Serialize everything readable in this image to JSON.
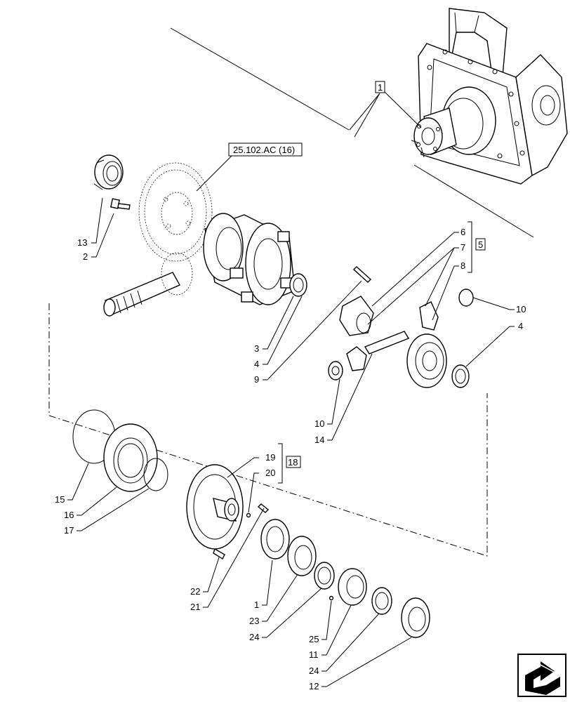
{
  "reference_label": "25.102.AC (16)",
  "group_labels": {
    "assembly": "1",
    "pinion_group": "5",
    "cover_group": "18"
  },
  "callouts": {
    "c1_bearing": "1",
    "c2": "2",
    "c3": "3",
    "c4_left": "4",
    "c4_right": "4",
    "c6": "6",
    "c7": "7",
    "c8": "8",
    "c9": "9",
    "c10_right": "10",
    "c10_left": "10",
    "c11": "11",
    "c12": "12",
    "c13": "13",
    "c14": "14",
    "c15": "15",
    "c16": "16",
    "c17": "17",
    "c19": "19",
    "c20": "20",
    "c21": "21",
    "c22": "22",
    "c23": "23",
    "c24_upper": "24",
    "c24_lower": "24",
    "c25": "25"
  },
  "icons": {
    "nav": "next-page-arrow-icon"
  }
}
